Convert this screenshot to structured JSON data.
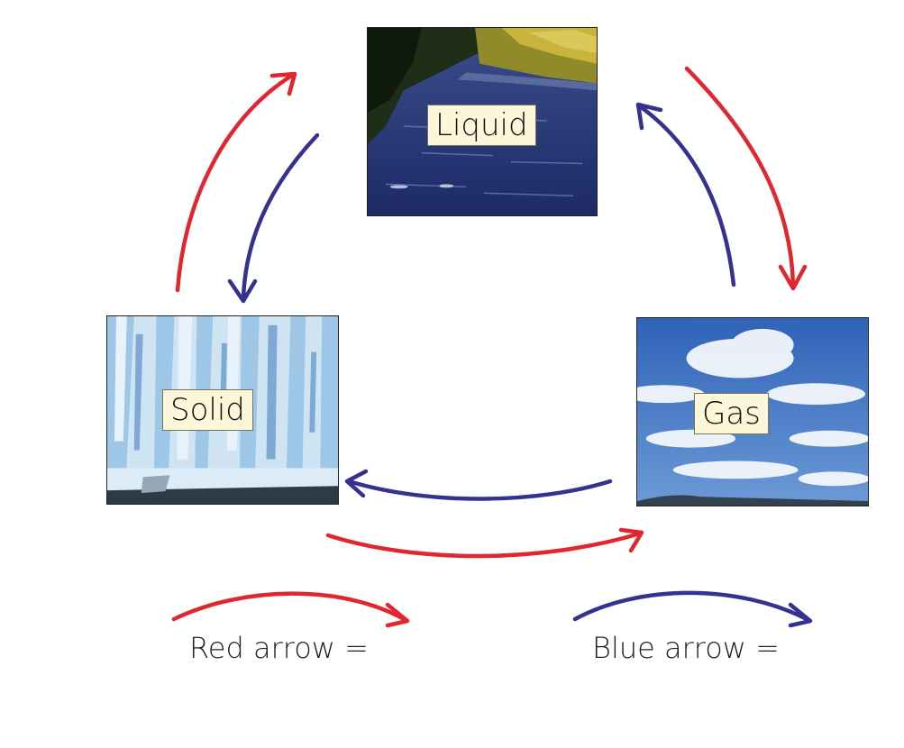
{
  "states": {
    "liquid": {
      "label": "Liquid"
    },
    "solid": {
      "label": "Solid"
    },
    "gas": {
      "label": "Gas"
    }
  },
  "legend": {
    "red": {
      "text": "Red arrow =",
      "color": "#e0262e"
    },
    "blue": {
      "text": "Blue arrow =",
      "color": "#34318f"
    }
  },
  "colors": {
    "red_arrow": "#e0262e",
    "blue_arrow": "#34318f",
    "label_bg": "#fbf7d8"
  }
}
